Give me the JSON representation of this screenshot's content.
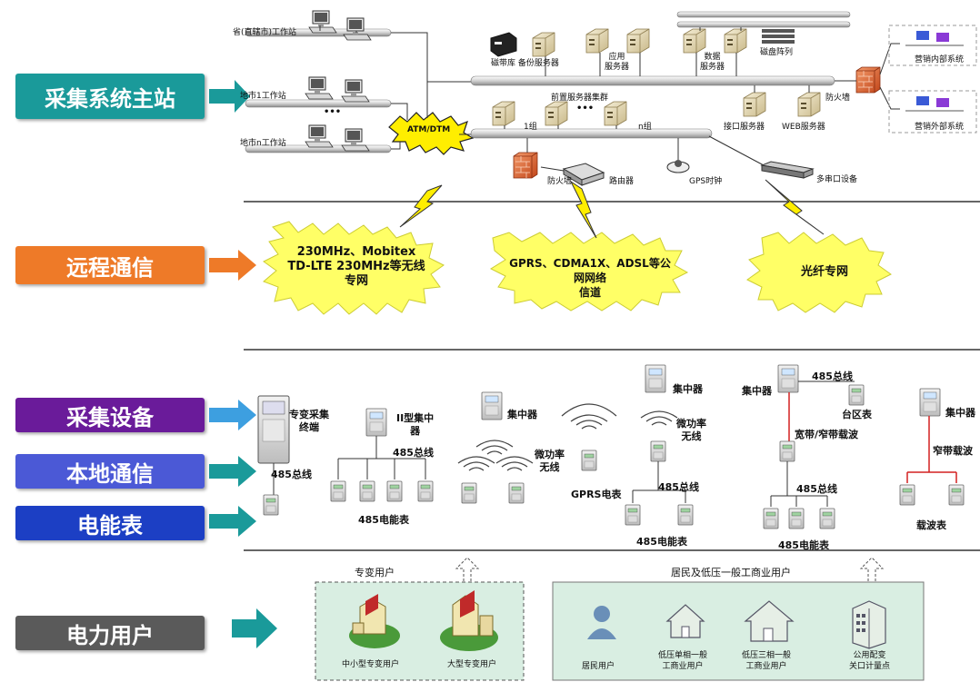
{
  "side_labels": {
    "master": "采集系统主站",
    "remote": "远程通信",
    "device": "采集设备",
    "local": "本地通信",
    "meter": "电能表",
    "user": "电力用户"
  },
  "colors": {
    "master": "#1a9a9a",
    "remote": "#ee7a28",
    "device": "#6a1b9a",
    "local": "#4b59d6",
    "meter": "#1c3fc4",
    "user": "#5a5a5a",
    "arrow_teal": "#1a9a9a",
    "arrow_orange": "#ee7a28",
    "arrow_blue": "#3d9fe0",
    "cloud": "#ffff66",
    "user_box": "#d9eee2"
  },
  "master": {
    "ws_province": "省(直辖市)工作站",
    "ws_city1": "地市1工作站",
    "ws_cityn": "地市n工作站",
    "dots": "•••",
    "atm": "ATM/DTM",
    "tape_backup": "磁带库 备份服务器",
    "app_server": "应用\n服务器",
    "db_server": "数据\n服务器",
    "disk_array": "磁盘阵列",
    "front_cluster": "前置服务器集群",
    "group1": "1组",
    "groupn": "n组",
    "interface_server": "接口服务器",
    "web_server": "WEB服务器",
    "firewall_top": "防火墙",
    "internal_sys": "营销内部系统",
    "external_sys": "营销外部系统",
    "firewall_bottom": "防火墙",
    "router": "路由器",
    "gps_clock": "GPS时钟",
    "multi_serial": "多串口设备"
  },
  "remote": {
    "cloud1": "230MHz、Mobitex\nTD-LTE 230MHz等无线\n专网",
    "cloud2": "GPRS、CDMA1X、ADSL等公网网络\n信道",
    "cloud3": "光纤专网"
  },
  "devices": {
    "special_terminal": "专变采集\n终端",
    "bus485_a": "485总线",
    "type2_conc": "II型集中\n器",
    "bus485_b": "485总线",
    "meter485_a": "485电能表",
    "conc_a": "集中器",
    "micro_a": "微功率\n无线",
    "gprs_meter": "GPRS电表",
    "conc_b": "集中器",
    "micro_b": "微功率\n无线",
    "bus485_c": "485总线",
    "meter485_b": "485电能表",
    "conc_c": "集中器",
    "bus485_d": "485总线",
    "district_meter": "台区表",
    "bb_nb_carrier": "宽带/窄带载波",
    "bus485_e": "485总线",
    "meter485_c": "485电能表",
    "conc_d": "集中器",
    "nb_carrier": "窄带载波",
    "carrier_meter": "载波表"
  },
  "users": {
    "special_group": "专变用户",
    "resident_group": "居民及低压一般工商业用户",
    "small_medium": "中小型专变用户",
    "large": "大型专变用户",
    "resident": "居民用户",
    "lv_single": "低压单相一般\n工商业用户",
    "lv_three": "低压三相一般\n工商业用户",
    "public_transformer": "公用配变\n关口计量点"
  }
}
